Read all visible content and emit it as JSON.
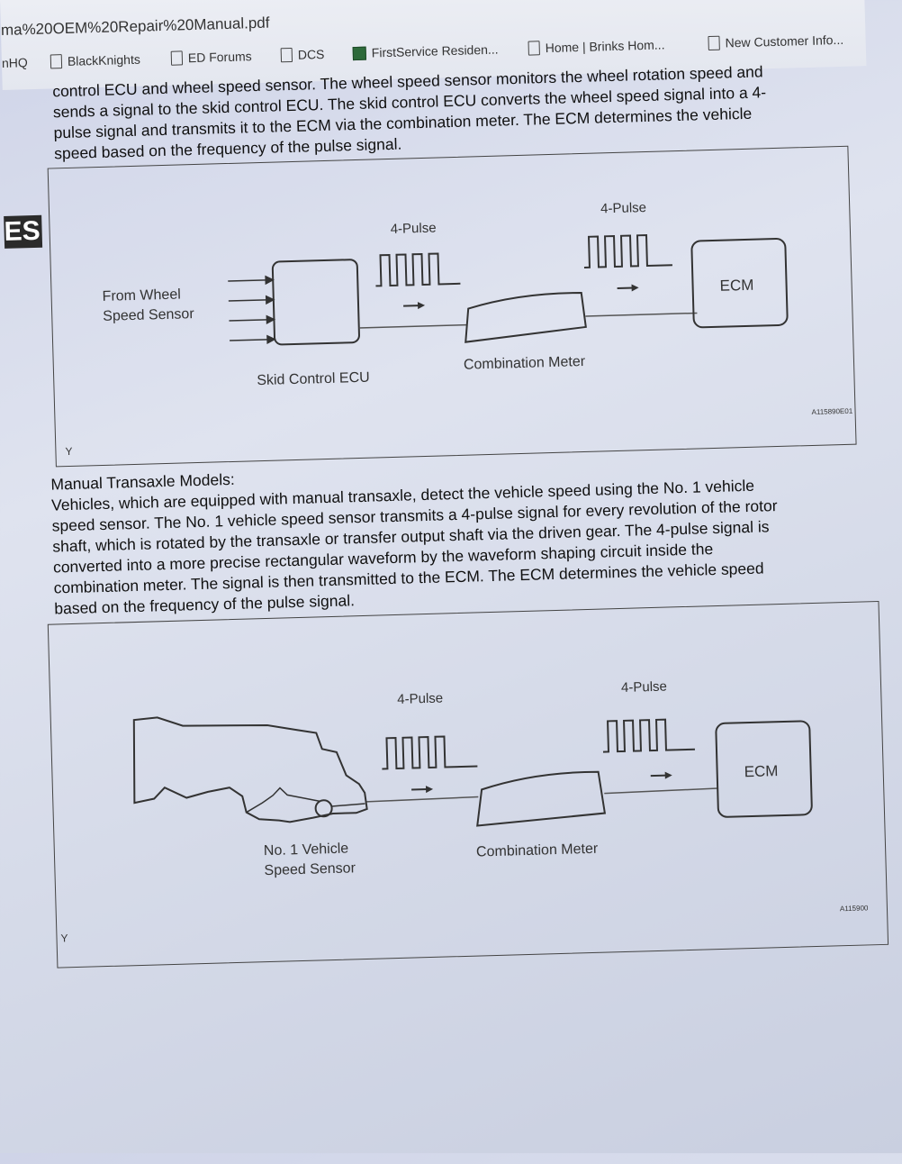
{
  "browser": {
    "url": "ma%20OEM%20Repair%20Manual.pdf",
    "bookmarks": [
      {
        "label": "nHQ",
        "icon": "none"
      },
      {
        "label": "BlackKnights",
        "icon": "doc-icon"
      },
      {
        "label": "ED Forums",
        "icon": "doc-icon"
      },
      {
        "label": "DCS",
        "icon": "doc-icon"
      },
      {
        "label": "FirstService Residen...",
        "icon": "flag-icon"
      },
      {
        "label": "Home | Brinks Hom...",
        "icon": "doc-icon"
      },
      {
        "label": "New Customer Info...",
        "icon": "doc-icon"
      }
    ]
  },
  "side_tab": "ES",
  "intro_lines": [
    "control ECU and wheel speed sensor. The wheel speed sensor monitors the wheel rotation speed and",
    "sends a signal to the skid control ECU. The skid control ECU converts the wheel speed signal into a 4-",
    "pulse signal and transmits it to the ECM via the combination meter. The ECM determines the vehicle",
    "speed based on the frequency of the pulse signal."
  ],
  "diagram1": {
    "from_label_1": "From Wheel",
    "from_label_2": "Speed Sensor",
    "ecu_label": "Skid Control ECU",
    "pulse_1": "4-Pulse",
    "pulse_2": "4-Pulse",
    "meter_label": "Combination Meter",
    "ecm_label": "ECM",
    "code": "A115890E01",
    "corner": "Y"
  },
  "manual": {
    "heading": "Manual Transaxle Models:",
    "lines": [
      "Vehicles, which are equipped with manual transaxle, detect the vehicle speed using the No. 1 vehicle",
      "speed sensor. The No. 1 vehicle speed sensor transmits a 4-pulse signal for every revolution of the rotor",
      "shaft, which is rotated by the transaxle or transfer output shaft via the driven gear. The 4-pulse signal is",
      "converted into a more precise rectangular waveform by the waveform shaping circuit inside the",
      "combination meter. The signal is then transmitted to the ECM. The ECM determines the vehicle speed",
      "based on the frequency of the pulse signal."
    ]
  },
  "diagram2": {
    "sensor_label_1": "No. 1 Vehicle",
    "sensor_label_2": "Speed Sensor",
    "pulse_1": "4-Pulse",
    "pulse_2": "4-Pulse",
    "meter_label": "Combination Meter",
    "ecm_label": "ECM",
    "code": "A115900",
    "corner": "Y"
  }
}
